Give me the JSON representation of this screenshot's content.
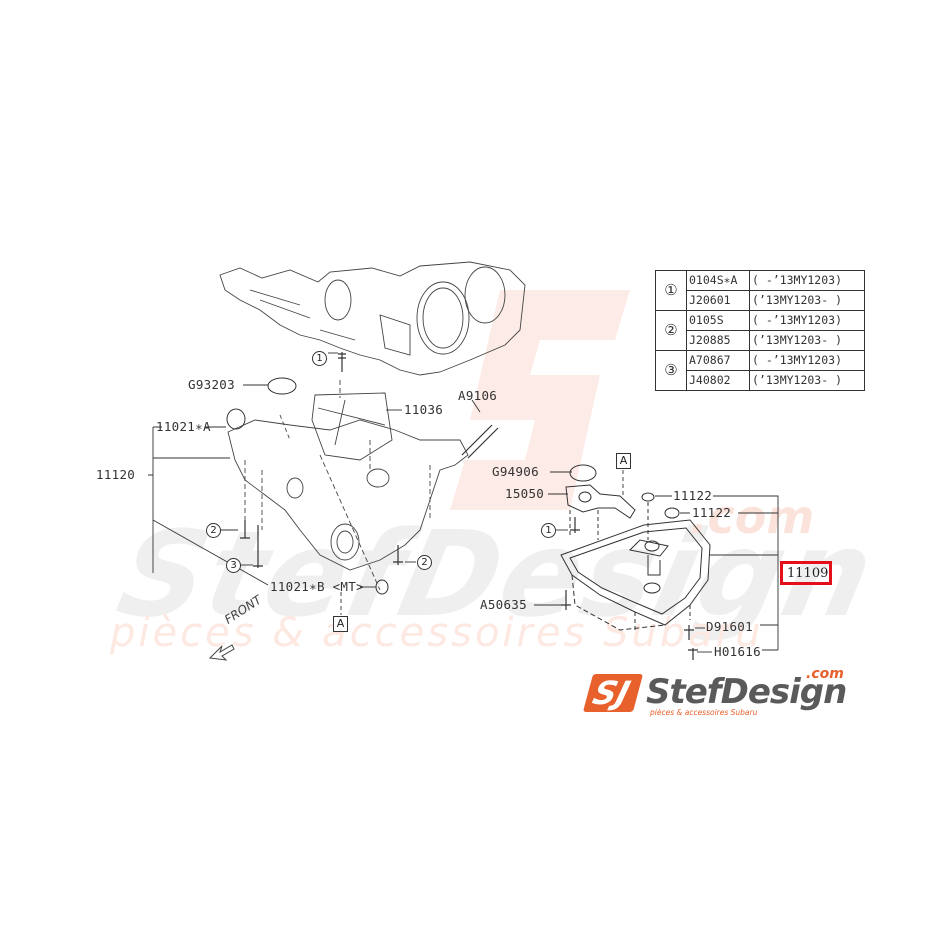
{
  "diagram": {
    "title": "Oil pan / lower engine block parts diagram",
    "highlight_color": "#e3101b",
    "accent_color": "#e8602c",
    "highlighted_part": "11109",
    "labels": {
      "g93203": "G93203",
      "p11036": "11036",
      "a9106": "A9106",
      "p11021a": "11021∗A",
      "p11120": "11120",
      "p11021b": "11021∗B <MT>",
      "g94906": "G94906",
      "p15050": "15050",
      "p11122a": "11122",
      "p11122b": "11122",
      "p11109": "11109",
      "a50635": "A50635",
      "d91601": "D91601",
      "h01616": "H01616",
      "front": "FRONT",
      "ref_a": "A",
      "callout_1": "1",
      "callout_2": "2",
      "callout_3": "3"
    },
    "fastener_table": {
      "rows": [
        {
          "callout": "①",
          "part": "0104S∗A",
          "range": "( -’13MY1203)"
        },
        {
          "callout": "",
          "part": "J20601",
          "range": "(’13MY1203- )"
        },
        {
          "callout": "②",
          "part": "0105S",
          "range": "( -’13MY1203)"
        },
        {
          "callout": "",
          "part": "J20885",
          "range": "(’13MY1203- )"
        },
        {
          "callout": "③",
          "part": "A70867",
          "range": "( -’13MY1203)"
        },
        {
          "callout": "",
          "part": "J40802",
          "range": "(’13MY1203- )"
        }
      ]
    }
  },
  "watermark": {
    "brand": "StefDesign",
    "domain": ".com",
    "tagline": "pièces & accessoires Subaru",
    "monogram": "SJ"
  }
}
